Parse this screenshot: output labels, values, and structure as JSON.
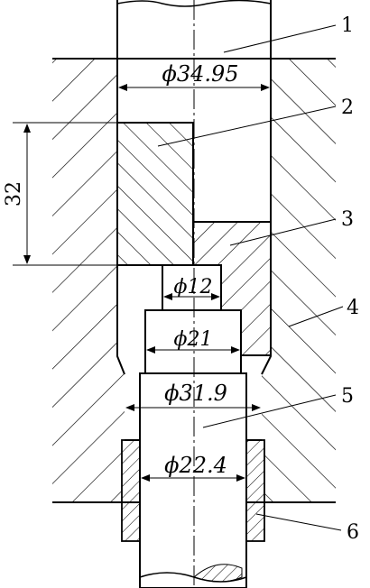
{
  "drawing": {
    "dimensions": {
      "d1": "ϕ34.95",
      "d2": "ϕ12",
      "d3": "ϕ21",
      "d4": "ϕ31.9",
      "d5": "ϕ22.4",
      "height": "32"
    },
    "callouts": [
      "1",
      "2",
      "3",
      "4",
      "5",
      "6"
    ]
  }
}
